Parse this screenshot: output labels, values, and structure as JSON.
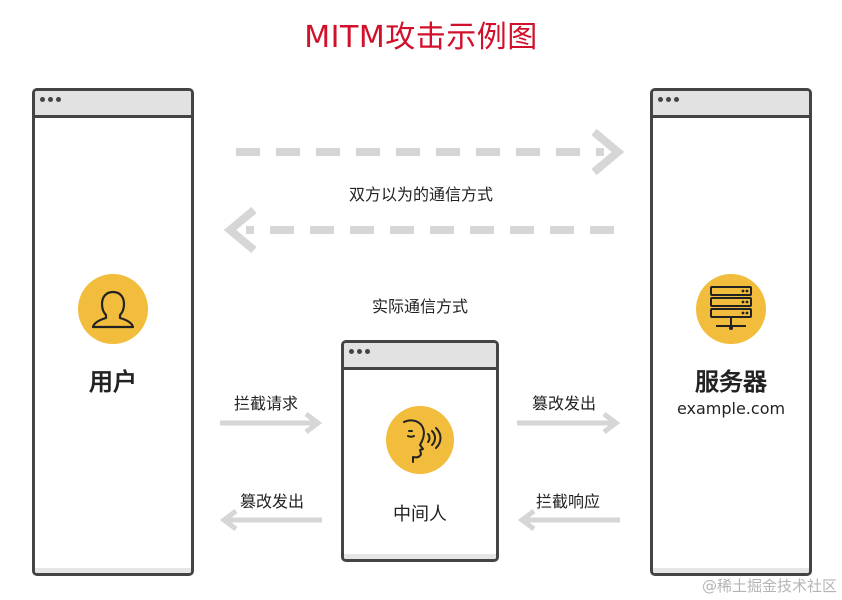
{
  "title": "MITM攻击示例图",
  "nodes": {
    "user": {
      "label": "用户",
      "icon": "user-icon"
    },
    "server": {
      "label": "服务器",
      "domain": "example.com",
      "icon": "server-icon"
    },
    "middleman": {
      "label": "中间人",
      "icon": "eavesdropper-icon"
    }
  },
  "labels": {
    "assumed_channel": "双方以为的通信方式",
    "actual_channel": "实际通信方式",
    "intercept_request": "拦截请求",
    "tamper_send_right": "篡改发出",
    "tamper_send_left": "篡改发出",
    "intercept_response": "拦截响应"
  },
  "watermark": "@稀土掘金技术社区",
  "colors": {
    "title": "#d1112b",
    "icon_circle": "#f2bd3c",
    "window_border": "#444444",
    "arrow": "#d6d6d6"
  }
}
